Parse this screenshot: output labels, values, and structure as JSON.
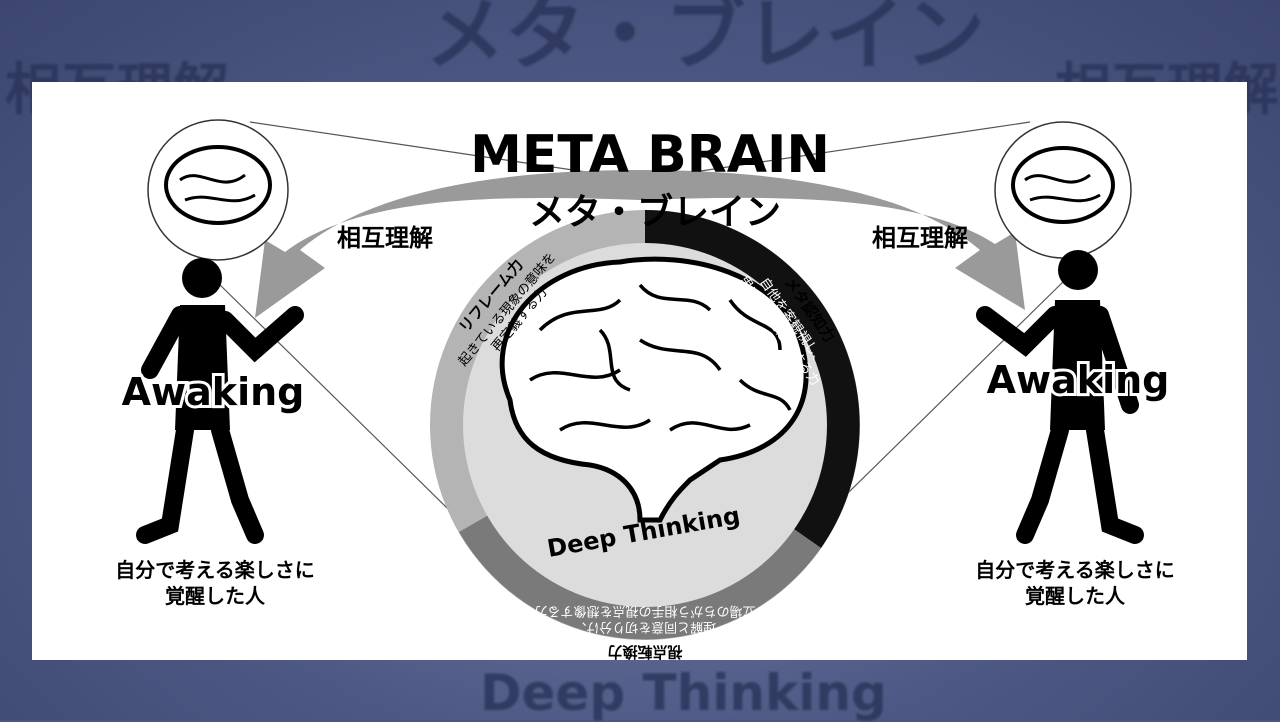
{
  "title_en": "META BRAIN",
  "title_jp": "メタ・ブレイン",
  "mutual_understanding": "相互理解",
  "left_person": {
    "label": "Awaking",
    "caption_line1": "自分で考える楽しさに",
    "caption_line2": "覚醒した人"
  },
  "right_person": {
    "label": "Awaking",
    "caption_line1": "自分で考える楽しさに",
    "caption_line2": "覚醒した人"
  },
  "center_label": "Deep Thinking",
  "segments": [
    {
      "name": "リフレーム力",
      "line1": "起きている現象の意味を",
      "line2": "再定義する力",
      "color": "#b4b4b4"
    },
    {
      "name": "メタ認知力",
      "line1": "自他を客観視し、",
      "line2": "思い込みを超越する力",
      "color": "#111111"
    },
    {
      "name": "視点転換力",
      "line1": "理解と同意を切り分け、",
      "line2": "立場のちがう相手の視点を想像する力",
      "color": "#7a7a7a"
    }
  ]
}
